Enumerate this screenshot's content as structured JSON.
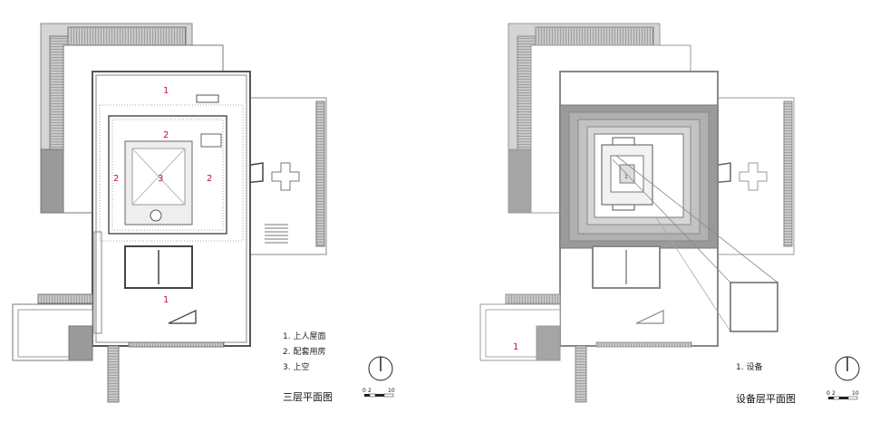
{
  "plans": [
    {
      "title": "三层平面图",
      "legend": [
        "1. 上人屋面",
        "2. 配套用房",
        "3. 上空"
      ],
      "room_labels": [
        "1",
        "2",
        "2",
        "2",
        "3",
        "1"
      ],
      "scale": {
        "start": "0",
        "mid": "2",
        "end": "10"
      }
    },
    {
      "title": "设备层平面图",
      "legend": [
        "1. 设备"
      ],
      "room_labels": [
        "1",
        "1"
      ],
      "scale": {
        "start": "0",
        "mid": "2",
        "end": "10"
      }
    }
  ],
  "colors": {
    "label": "#c8102e",
    "line": "#555555",
    "hatch": "#9a9a9a",
    "fill_dark": "#8f8f8f"
  }
}
